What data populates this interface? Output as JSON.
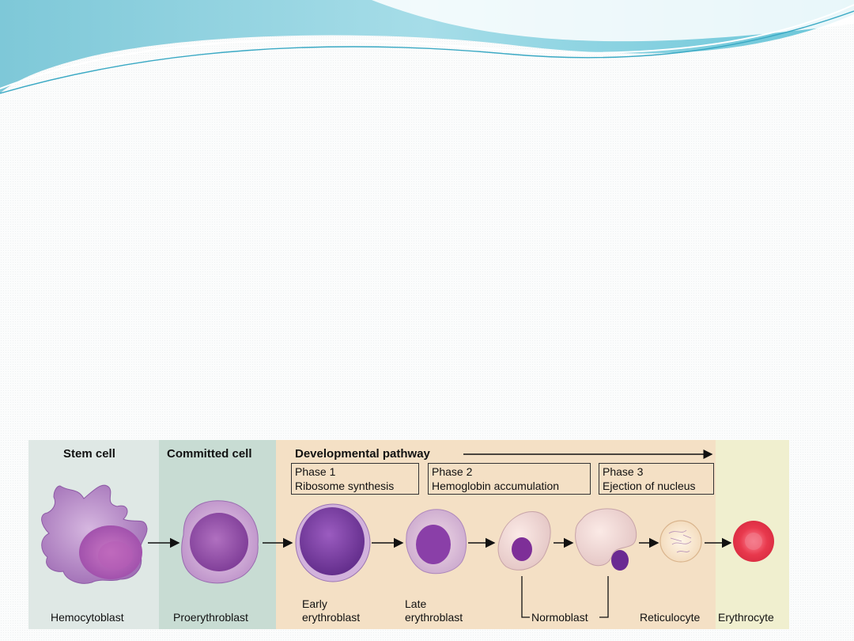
{
  "headers": {
    "stem": "Stem cell",
    "committed": "Committed cell",
    "developmental": "Developmental pathway"
  },
  "phases": [
    {
      "title": "Phase 1",
      "subtitle": "Ribosome synthesis"
    },
    {
      "title": "Phase 2",
      "subtitle": "Hemoglobin accumulation"
    },
    {
      "title": "Phase 3",
      "subtitle": "Ejection of nucleus"
    }
  ],
  "cells": [
    {
      "label": "Hemocytoblast"
    },
    {
      "label": "Proerythroblast"
    },
    {
      "label_line1": "Early",
      "label_line2": "erythroblast"
    },
    {
      "label_line1": "Late",
      "label_line2": "erythroblast"
    },
    {
      "label": "Normoblast"
    },
    {
      "label": "Reticulocyte"
    },
    {
      "label": "Erythrocyte"
    }
  ],
  "colors": {
    "panel_stem": "#dfe8e5",
    "panel_committed": "#c8dcd3",
    "panel_developmental": "#f4e0c5",
    "panel_final": "#f0efcf",
    "cell_purple": "#b07dc0",
    "nucleus_purple": "#7a3f9e",
    "erythrocyte_red": "#e5364a",
    "banner_blue": "#5fc3d6"
  }
}
